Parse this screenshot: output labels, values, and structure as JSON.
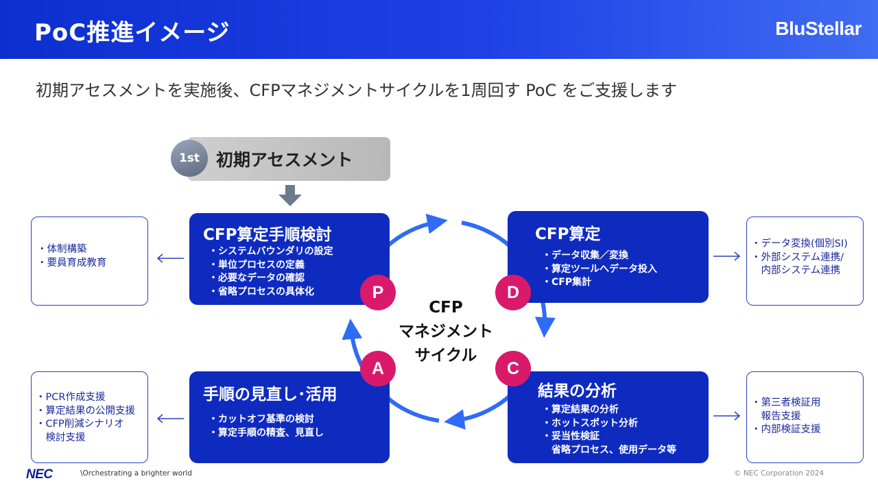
{
  "header": {
    "title": "PoC推進イメージ",
    "logo": "BluStellar"
  },
  "subtitle": "初期アセスメントを実施後、CFPマネジメントサイクルを1周回す PoC をご支援します",
  "first": {
    "badge": "1st",
    "label": "初期アセスメント"
  },
  "cycle": {
    "label_lines": [
      "CFP",
      "マネジメント",
      "サイクル"
    ],
    "badges": {
      "p": "P",
      "d": "D",
      "c": "C",
      "a": "A"
    }
  },
  "plan": {
    "title": "CFP算定手順検討",
    "items": [
      "システムバウンダリの設定",
      "単位プロセスの定義",
      "必要なデータの確認",
      "省略プロセスの具体化"
    ]
  },
  "do": {
    "title": "CFP算定",
    "items": [
      "データ収集／変換",
      "算定ツールへデータ投入",
      "CFP集計"
    ]
  },
  "check": {
    "title": "結果の分析",
    "items": [
      "算定結果の分析",
      "ホットスポット分析",
      "妥当性検証",
      "省略プロセス、使用データ等"
    ]
  },
  "act": {
    "title": "手順の見直し･活用",
    "items": [
      "カットオフ基準の検討",
      "算定手順の精査、見直し"
    ]
  },
  "side_plan": {
    "items": [
      "体制構築",
      "要員育成教育"
    ]
  },
  "side_do": {
    "items": [
      "データ変換(個別SI)",
      "外部システム連携/",
      "内部システム連携"
    ]
  },
  "side_check": {
    "items": [
      "第三者検証用",
      "報告支援",
      "内部検証支援"
    ]
  },
  "side_act": {
    "items": [
      "PCR作成支援",
      "算定結果の公開支援",
      "CFP削減シナリオ",
      "検討支援"
    ]
  },
  "footer": {
    "brand": "NEC",
    "tagline": "\\Orchestrating a brighter world",
    "copyright": "© NEC Corporation 2024"
  },
  "colors": {
    "header_start": "#0d2fcf",
    "box_blue": "#0f2bbf",
    "cycle_blue": "#2f6cf5",
    "badge_magenta": "#d91a6a",
    "side_text": "#1a2a9a"
  }
}
